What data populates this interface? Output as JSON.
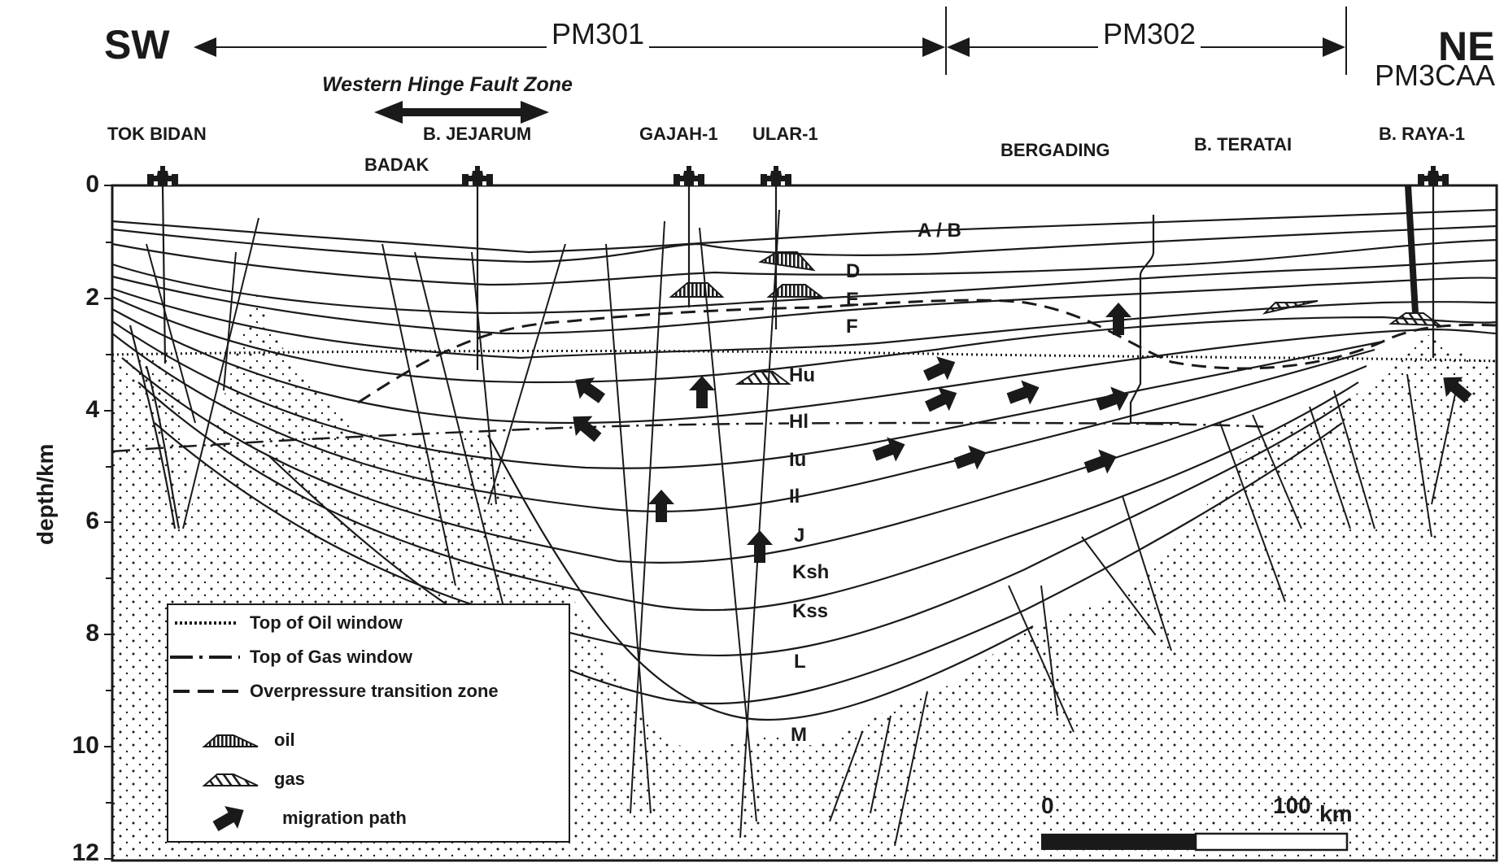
{
  "header": {
    "left_direction": "SW",
    "right_direction": "NE",
    "right_block": "PM3CAA",
    "blocks": [
      {
        "label": "PM301"
      },
      {
        "label": "PM302"
      }
    ],
    "fault_zone": "Western Hinge Fault Zone"
  },
  "wells": [
    {
      "label": "TOK BIDAN"
    },
    {
      "label": "B. JEJARUM"
    },
    {
      "label": "BADAK"
    },
    {
      "label": "GAJAH-1"
    },
    {
      "label": "ULAR-1"
    },
    {
      "label": "BERGADING"
    },
    {
      "label": "B. TERATAI"
    },
    {
      "label": "B. RAYA-1"
    }
  ],
  "axis": {
    "ylabel": "depth/km",
    "ticks": [
      "0",
      "2",
      "4",
      "6",
      "8",
      "10",
      "12"
    ]
  },
  "units": [
    {
      "label": "A / B"
    },
    {
      "label": "D"
    },
    {
      "label": "E"
    },
    {
      "label": "F"
    },
    {
      "label": "Hu"
    },
    {
      "label": "Hl"
    },
    {
      "label": "Iu"
    },
    {
      "label": "Il"
    },
    {
      "label": "J"
    },
    {
      "label": "Ksh"
    },
    {
      "label": "Kss"
    },
    {
      "label": "L"
    },
    {
      "label": "M"
    }
  ],
  "legend": {
    "items": [
      {
        "label": "Top of Oil window",
        "symbol": "dotted-line"
      },
      {
        "label": "Top of Gas window",
        "symbol": "dash-dot-line"
      },
      {
        "label": "Overpressure transition zone",
        "symbol": "dashed-line"
      },
      {
        "label": "oil",
        "symbol": "oil-accumulation-icon"
      },
      {
        "label": "gas",
        "symbol": "gas-accumulation-icon"
      },
      {
        "label": "migration path",
        "symbol": "migration-arrow-icon"
      }
    ]
  },
  "scale_bar": {
    "start": "0",
    "end": "100",
    "unit": "km"
  },
  "colors": {
    "ink": "#1a1a1a",
    "background": "#ffffff"
  }
}
